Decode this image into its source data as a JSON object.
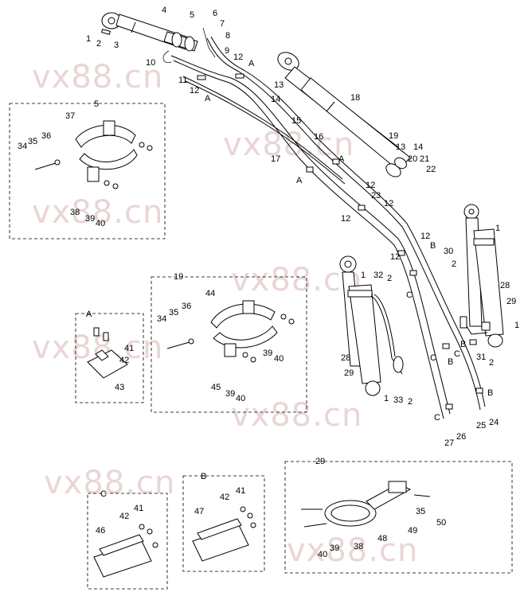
{
  "watermark": "vx88.cn",
  "detail_boxes": {
    "box5": {
      "title": "5",
      "labels": [
        "37",
        "34",
        "35",
        "36",
        "38",
        "39",
        "40"
      ]
    },
    "box19": {
      "title": "19",
      "labels": [
        "44",
        "34",
        "35",
        "36",
        "45",
        "39",
        "40",
        "39",
        "40"
      ]
    },
    "boxA": {
      "title": "A",
      "labels": [
        "41",
        "42",
        "43"
      ]
    },
    "boxC": {
      "title": "C",
      "labels": [
        "41",
        "42",
        "46"
      ]
    },
    "boxB": {
      "title": "B",
      "labels": [
        "42",
        "41",
        "47"
      ]
    },
    "box29": {
      "title": "29",
      "labels": [
        "35",
        "50",
        "49",
        "48",
        "38",
        "40",
        "39"
      ]
    }
  },
  "main_labels": {
    "top": [
      "4",
      "5",
      "6",
      "7",
      "8",
      "1",
      "2",
      "3",
      "9",
      "12",
      "A",
      "10",
      "11",
      "12",
      "A"
    ],
    "mid": [
      "13",
      "14",
      "18",
      "15",
      "16",
      "17",
      "A",
      "A",
      "19",
      "13",
      "14",
      "20",
      "21",
      "22",
      "12",
      "23",
      "12",
      "12"
    ],
    "right": [
      "12",
      "B",
      "12",
      "1",
      "30",
      "2",
      "28",
      "29",
      "C",
      "1",
      "31",
      "2"
    ],
    "left_cyl": [
      "1",
      "32",
      "2",
      "28",
      "29",
      "1",
      "33",
      "2"
    ],
    "hoses": [
      "C",
      "B",
      "C",
      "B",
      "B",
      "25",
      "24",
      "C",
      "27",
      "26"
    ]
  }
}
